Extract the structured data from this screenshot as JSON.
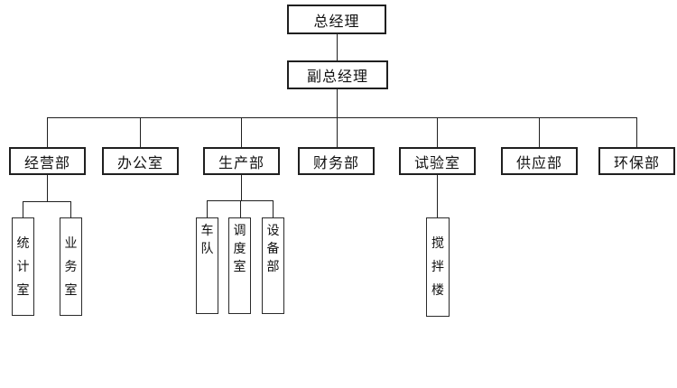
{
  "meta": {
    "diagram_type": "org-chart",
    "line_color": "#1f1f1f",
    "box_background": "#ffffff",
    "text_color": "#111111"
  },
  "org": {
    "root": {
      "label": "总经理"
    },
    "deputy": {
      "label": "副总经理"
    },
    "departments": [
      {
        "label": "经营部",
        "children": [
          "统计室",
          "业务室"
        ]
      },
      {
        "label": "办公室",
        "children": []
      },
      {
        "label": "生产部",
        "children": [
          "车队",
          "调度室",
          "设备部"
        ]
      },
      {
        "label": "财务部",
        "children": []
      },
      {
        "label": "试验室",
        "children": [
          "搅拌楼"
        ]
      },
      {
        "label": "供应部",
        "children": []
      },
      {
        "label": "环保部",
        "children": []
      }
    ]
  }
}
